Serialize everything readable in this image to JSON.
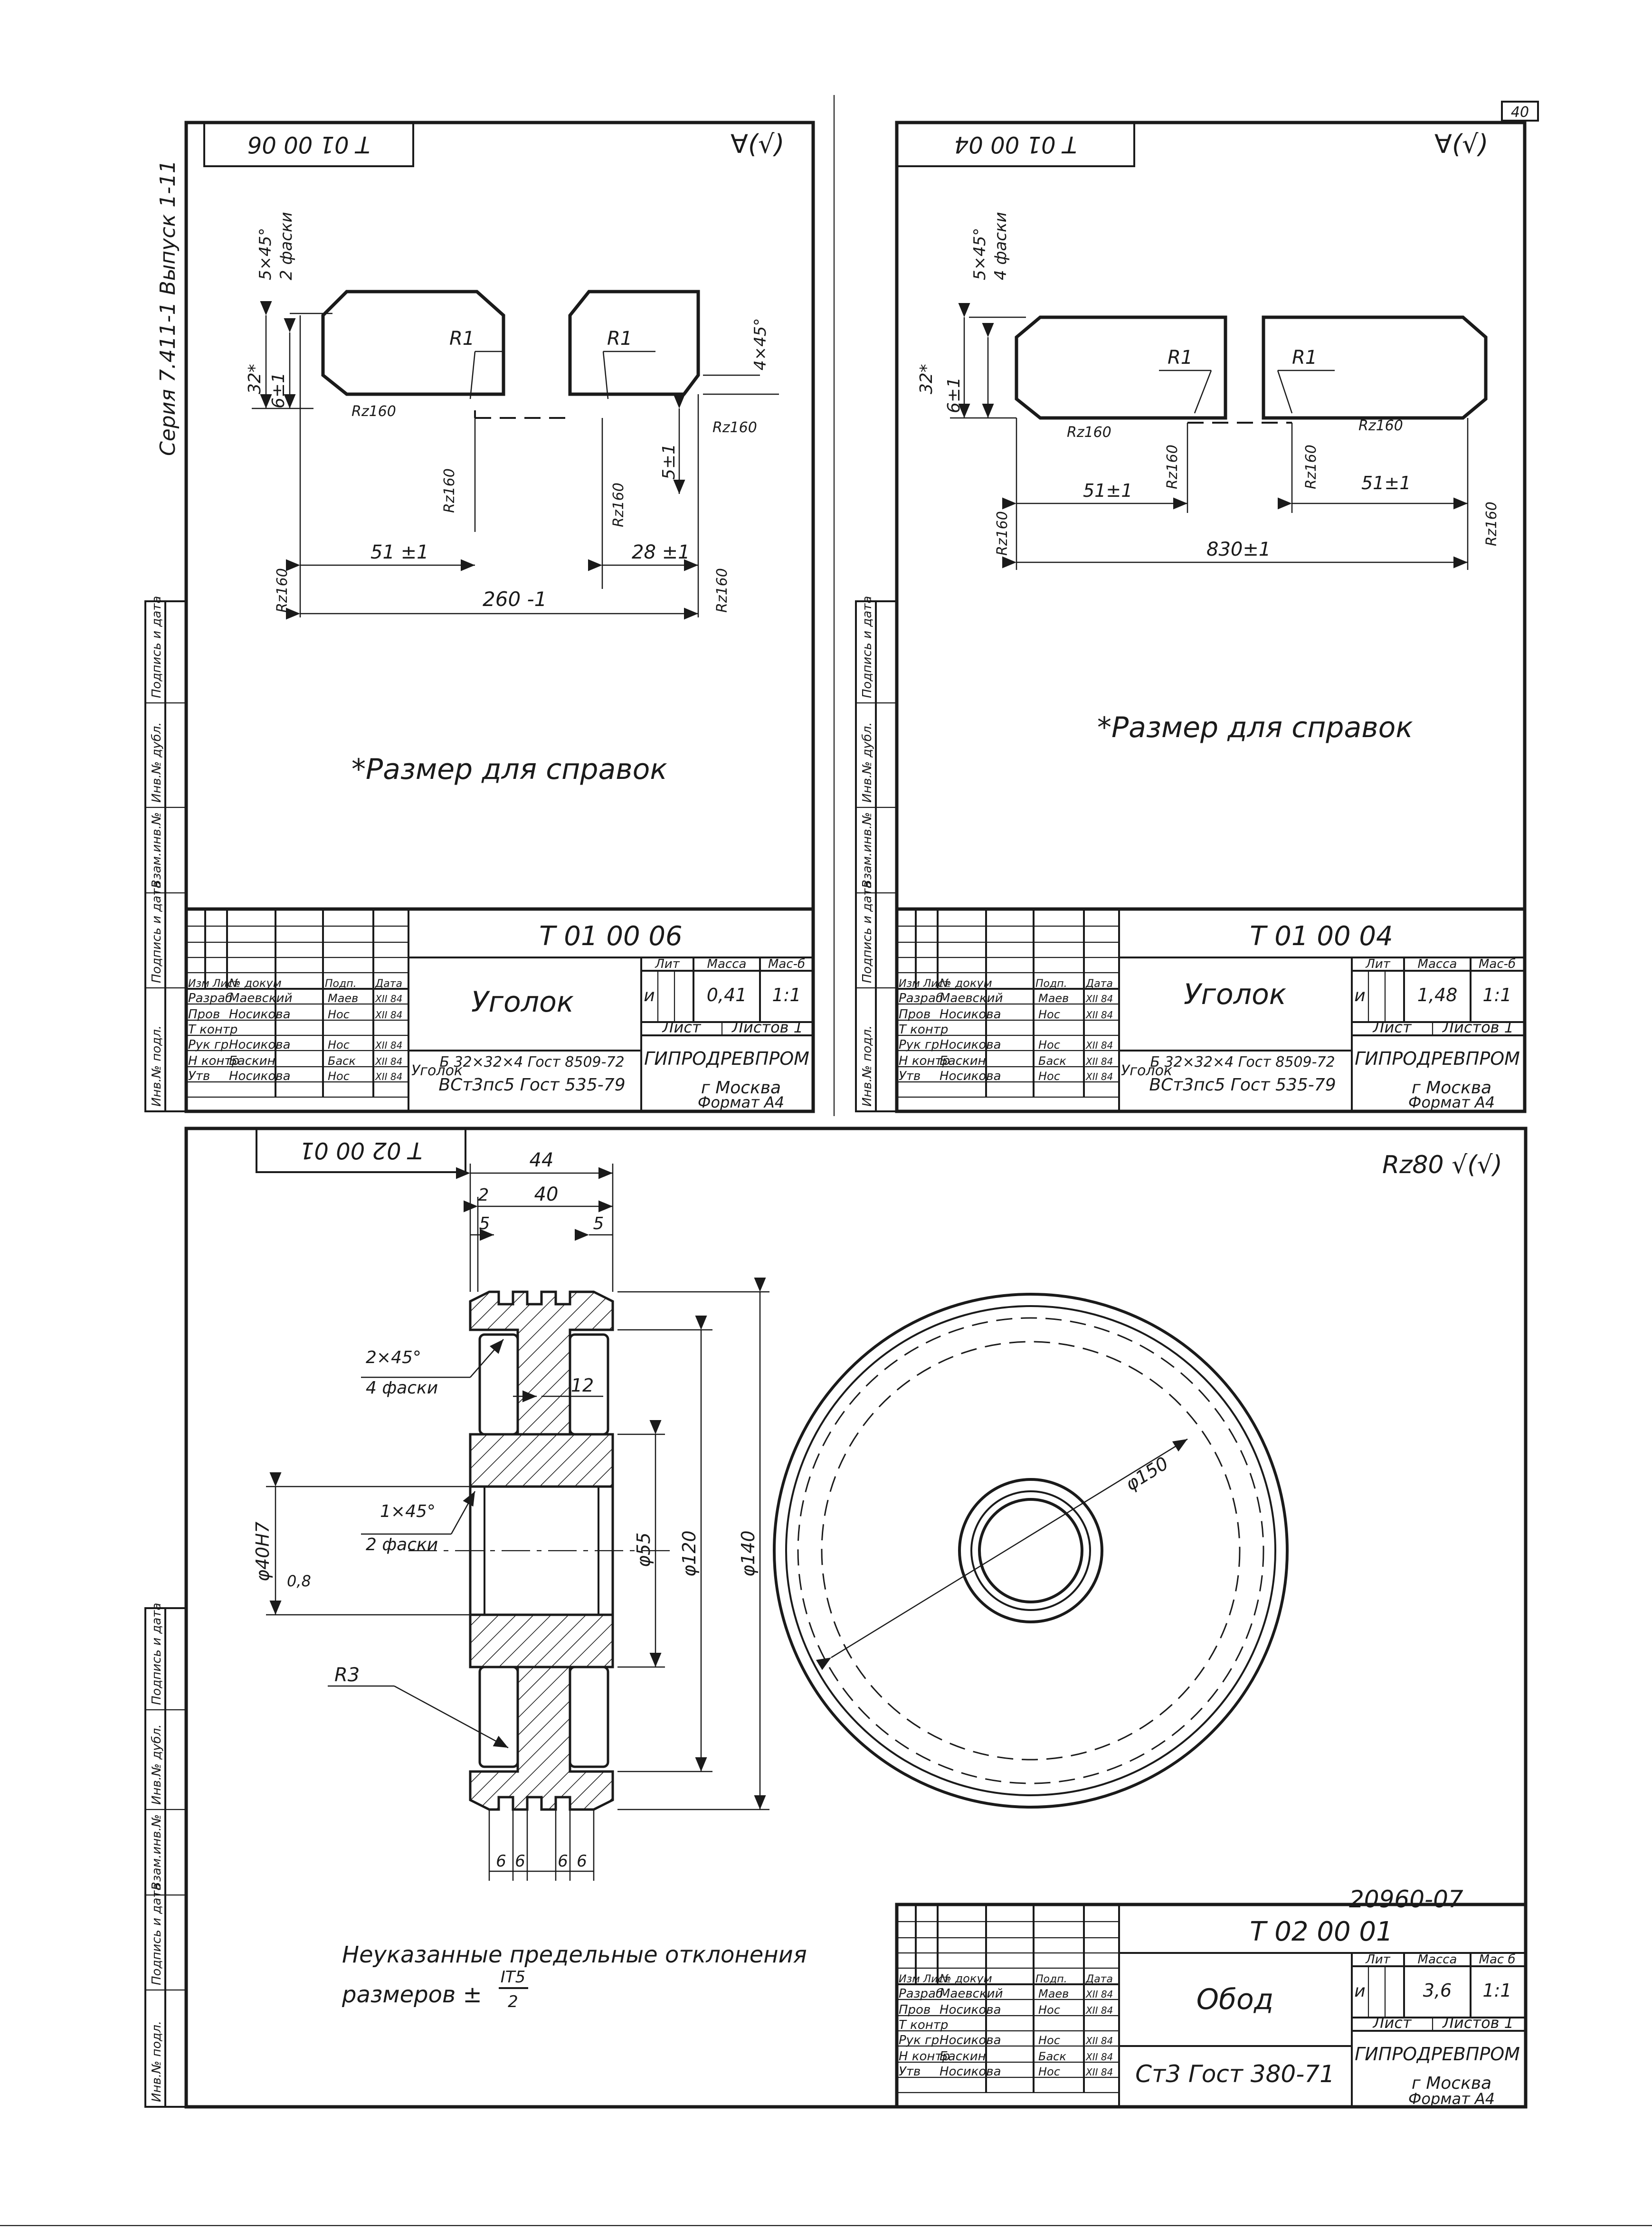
{
  "page": {
    "page_number": "40",
    "series_note": "Серия 7.411-1 Выпуск 1-11",
    "side_stamp": [
      "Инв.№ подл.",
      "Подпись и дата",
      "Взам.инв.№",
      "Инв.№ дубл.",
      "Подпись и дата"
    ]
  },
  "sheet1": {
    "code_stamp": "Т 01 00 06",
    "roughness": "∀(√)",
    "dims": {
      "chamfer_left": "5×45°",
      "chamfer_left_note": "2 фаски",
      "chamfer_right": "4×45°",
      "r1a": "R1",
      "r1b": "R1",
      "rz_a": "Rz160",
      "rz_b": "Rz160",
      "rz_c": "Rz160",
      "rz_d": "Rz160",
      "rz_e": "Rz160",
      "rz_f": "Rz160",
      "h32": "32*",
      "h6": "6±1",
      "h5": "5±1",
      "l51": "51 ±1",
      "l28": "28 ±1",
      "l260": "260 -1"
    },
    "note": "*Размер для справок",
    "title_block": {
      "doc_code": "Т 01 00 06",
      "name": "Уголок",
      "lit_header": "Лит",
      "mass_header": "Масса",
      "scale_header": "Мас-б",
      "lit": "и",
      "mass": "0,41",
      "scale": "1:1",
      "sheet_label": "Лист",
      "sheets_label": "Листов 1",
      "material_prefix": "Уголок",
      "material_line1": "Б 32×32×4 Гост 8509-72",
      "material_line2": "ВСт3пс5 Гост 535-79",
      "org": "ГИПРОДРЕВПРОМ",
      "city": "г Москва",
      "format": "Формат А4",
      "rows": [
        {
          "role": "Изм Лист",
          "name": "№ докум",
          "sign": "Подп.",
          "date": "Дата"
        },
        {
          "role": "Разраб",
          "name": "Маевский",
          "sign": "Маев",
          "date": "XII 84"
        },
        {
          "role": "Пров",
          "name": "Носикова",
          "sign": "Нос",
          "date": "XII 84"
        },
        {
          "role": "Т контр",
          "name": "",
          "sign": "",
          "date": ""
        },
        {
          "role": "Рук гр",
          "name": "Носикова",
          "sign": "Нос",
          "date": "XII 84"
        },
        {
          "role": "Н контр",
          "name": "Баскин",
          "sign": "Баск",
          "date": "XII 84"
        },
        {
          "role": "Утв",
          "name": "Носикова",
          "sign": "Нос",
          "date": "XII 84"
        }
      ]
    }
  },
  "sheet2": {
    "code_stamp": "Т 01 00 04",
    "roughness": "∀(√)",
    "dims": {
      "chamfer": "5×45°",
      "chamfer_note": "4 фаски",
      "r1a": "R1",
      "r1b": "R1",
      "rz_a": "Rz160",
      "rz_b": "Rz160",
      "rz_c": "Rz160",
      "rz_d": "Rz160",
      "rz_e": "Rz160",
      "rz_f": "Rz160",
      "h32": "32*",
      "h6": "6±1",
      "l51a": "51±1",
      "l51b": "51±1",
      "l830": "830±1"
    },
    "note": "*Размер для справок",
    "title_block": {
      "doc_code": "Т 01 00 04",
      "name": "Уголок",
      "lit_header": "Лит",
      "mass_header": "Масса",
      "scale_header": "Мас-б",
      "lit": "и",
      "mass": "1,48",
      "scale": "1:1",
      "sheet_label": "Лист",
      "sheets_label": "Листов 1",
      "material_prefix": "Уголок",
      "material_line1": "Б 32×32×4 Гост 8509-72",
      "material_line2": "ВСт3пс5 Гост 535-79",
      "org": "ГИПРОДРЕВПРОМ",
      "city": "г Москва",
      "format": "Формат А4",
      "rows": [
        {
          "role": "Изм Лист",
          "name": "№ докум",
          "sign": "Подп.",
          "date": "Дата"
        },
        {
          "role": "Разраб",
          "name": "Маевский",
          "sign": "Маев",
          "date": "XII 84"
        },
        {
          "role": "Пров",
          "name": "Носикова",
          "sign": "Нос",
          "date": "XII 84"
        },
        {
          "role": "Т контр",
          "name": "",
          "sign": "",
          "date": ""
        },
        {
          "role": "Рук гр",
          "name": "Носикова",
          "sign": "Нос",
          "date": "XII 84"
        },
        {
          "role": "Н контр",
          "name": "Баскин",
          "sign": "Баск",
          "date": "XII 84"
        },
        {
          "role": "Утв",
          "name": "Носикова",
          "sign": "Нос",
          "date": "XII 84"
        }
      ]
    }
  },
  "sheet3": {
    "code_stamp": "Т 02 00 01",
    "roughness": "Rz80 √(√)",
    "dims": {
      "w44": "44",
      "w40": "40",
      "w2": "2",
      "w5a": "5",
      "w5b": "5",
      "chamfer1": "2×45°",
      "chamfer1_note": "4 фаски",
      "chamfer2": "1×45°",
      "chamfer2_note": "2 фаски",
      "w12": "12",
      "d40": "φ40Н7",
      "d55": "φ55",
      "d120": "φ120",
      "d140": "φ140",
      "d150": "φ150",
      "ra": "0,8",
      "r3": "R3",
      "g6a": "6",
      "g6b": "6",
      "g6c": "6",
      "g6d": "6"
    },
    "doc_number": "20960-07",
    "note_line1": "Неуказанные предельные отклонения",
    "note_line2": "размеров ±",
    "note_frac_top": "IT5",
    "note_frac_bottom": "2",
    "title_block": {
      "doc_code": "Т 02 00 01",
      "name": "Обод",
      "lit_header": "Лит",
      "mass_header": "Масса",
      "scale_header": "Мас б",
      "lit": "и",
      "mass": "3,6",
      "scale": "1:1",
      "sheet_label": "Лист",
      "sheets_label": "Листов 1",
      "material": "Ст3 Гост 380-71",
      "org": "ГИПРОДРЕВПРОМ",
      "city": "г Москва",
      "format": "Формат А4",
      "rows": [
        {
          "role": "Изм Лист",
          "name": "№ докум",
          "sign": "Подп.",
          "date": "Дата"
        },
        {
          "role": "Разраб",
          "name": "Маевский",
          "sign": "Маев",
          "date": "XII 84"
        },
        {
          "role": "Пров",
          "name": "Носикова",
          "sign": "Нос",
          "date": "XII 84"
        },
        {
          "role": "Т контр",
          "name": "",
          "sign": "",
          "date": ""
        },
        {
          "role": "Рук гр",
          "name": "Носикова",
          "sign": "Нос",
          "date": "XII 84"
        },
        {
          "role": "Н контр",
          "name": "Баскин",
          "sign": "Баск",
          "date": "XII 84"
        },
        {
          "role": "Утв",
          "name": "Носикова",
          "sign": "Нос",
          "date": "XII 84"
        }
      ]
    }
  }
}
